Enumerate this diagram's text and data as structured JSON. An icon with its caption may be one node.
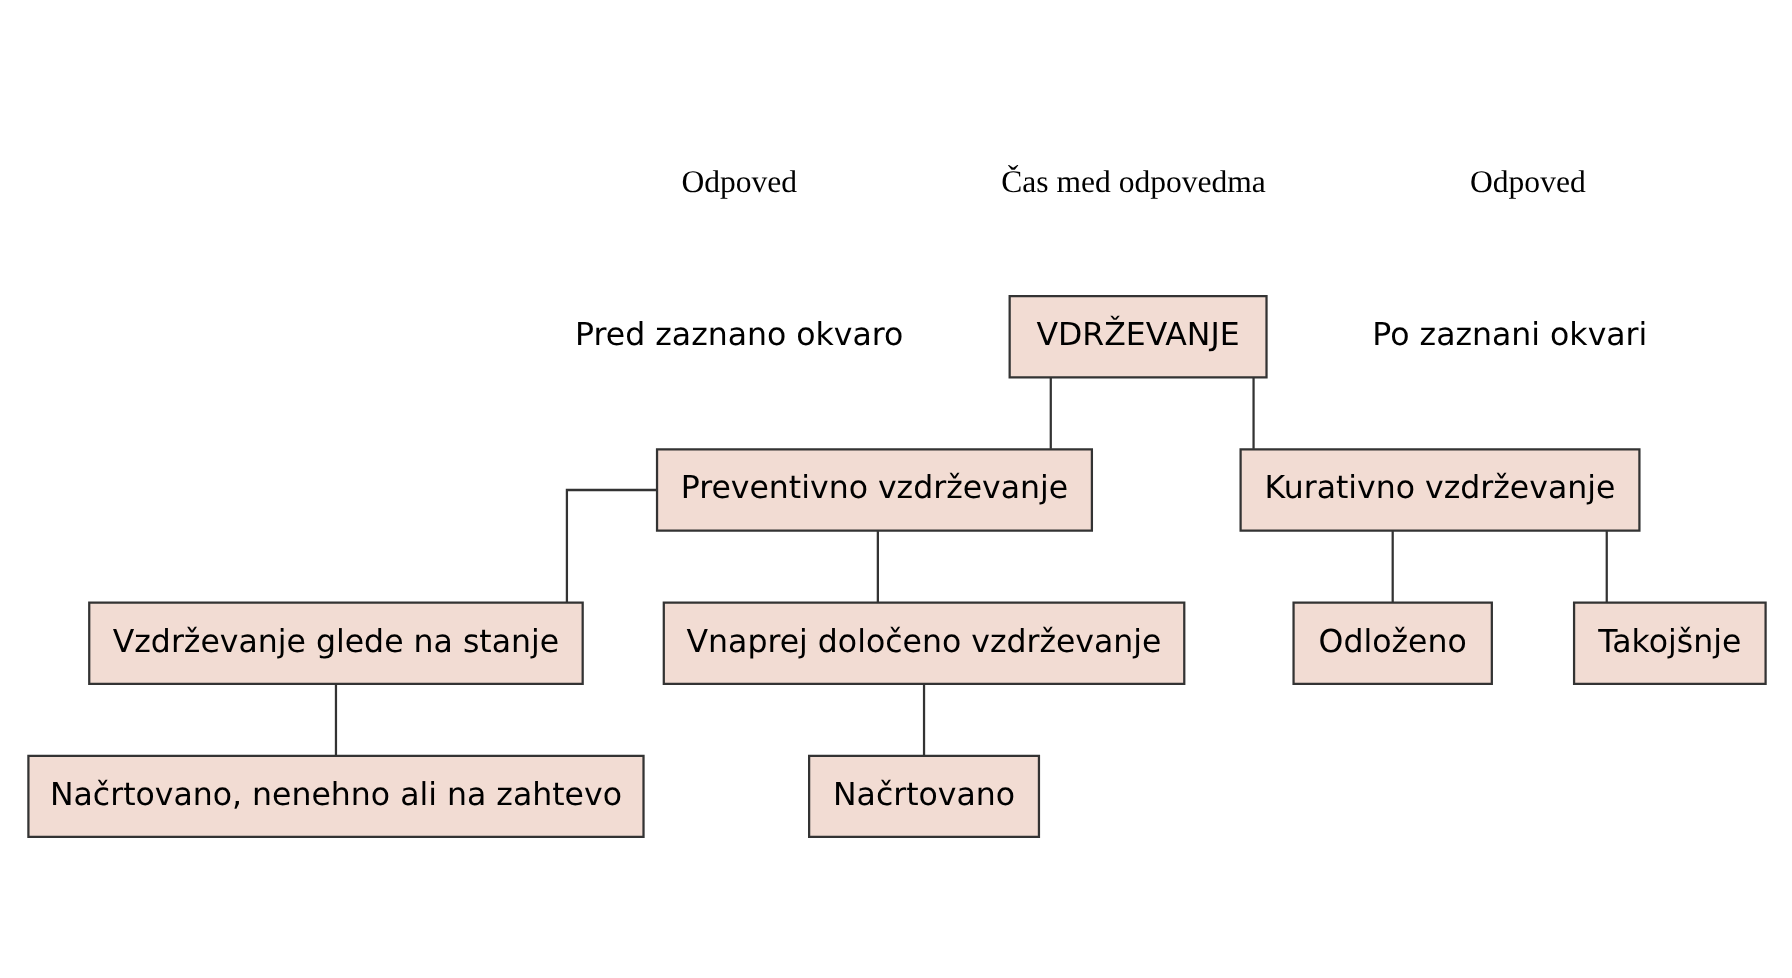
{
  "diagram": {
    "nodes": [
      {
        "text": [
          "VDRŽEVANJE"
        ]
      },
      {
        "text": [
          "Preventivno vzdrževanje"
        ]
      },
      {
        "text": [
          "Kurativno vzdrževanje"
        ]
      },
      {
        "text": [
          "Vzdrževanje glede na stanje"
        ]
      },
      {
        "text": [
          "Vnaprej določeno vzdrževanje"
        ]
      },
      {
        "text": [
          "Načrtovano, nenehno ali na zahtevo"
        ]
      },
      {
        "text": [
          "Načrtovano"
        ]
      },
      {
        "text": [
          "Odloženo"
        ]
      },
      {
        "text": [
          "Takojšnje"
        ]
      }
    ],
    "edges": [
      {
        "from": 0,
        "to": 1,
        "arrow": "none"
      },
      {
        "from": 0,
        "to": 2,
        "arrow": "none"
      },
      {
        "from": 1,
        "to": 3,
        "arrow": "none"
      },
      {
        "from": 1,
        "to": 4,
        "arrow": "none"
      },
      {
        "from": 3,
        "to": 5,
        "arrow": "none"
      },
      {
        "from": 4,
        "to": 6,
        "arrow": "none"
      },
      {
        "from": 2,
        "to": 7,
        "arrow": "none"
      },
      {
        "from": 2,
        "to": 8,
        "arrow": "none"
      }
    ],
    "labels": [
      "Odpoved",
      "Čas med odpovedma",
      "Odpoved",
      "Pred zaznano okvaro",
      "Po zaznani okvari"
    ]
  }
}
